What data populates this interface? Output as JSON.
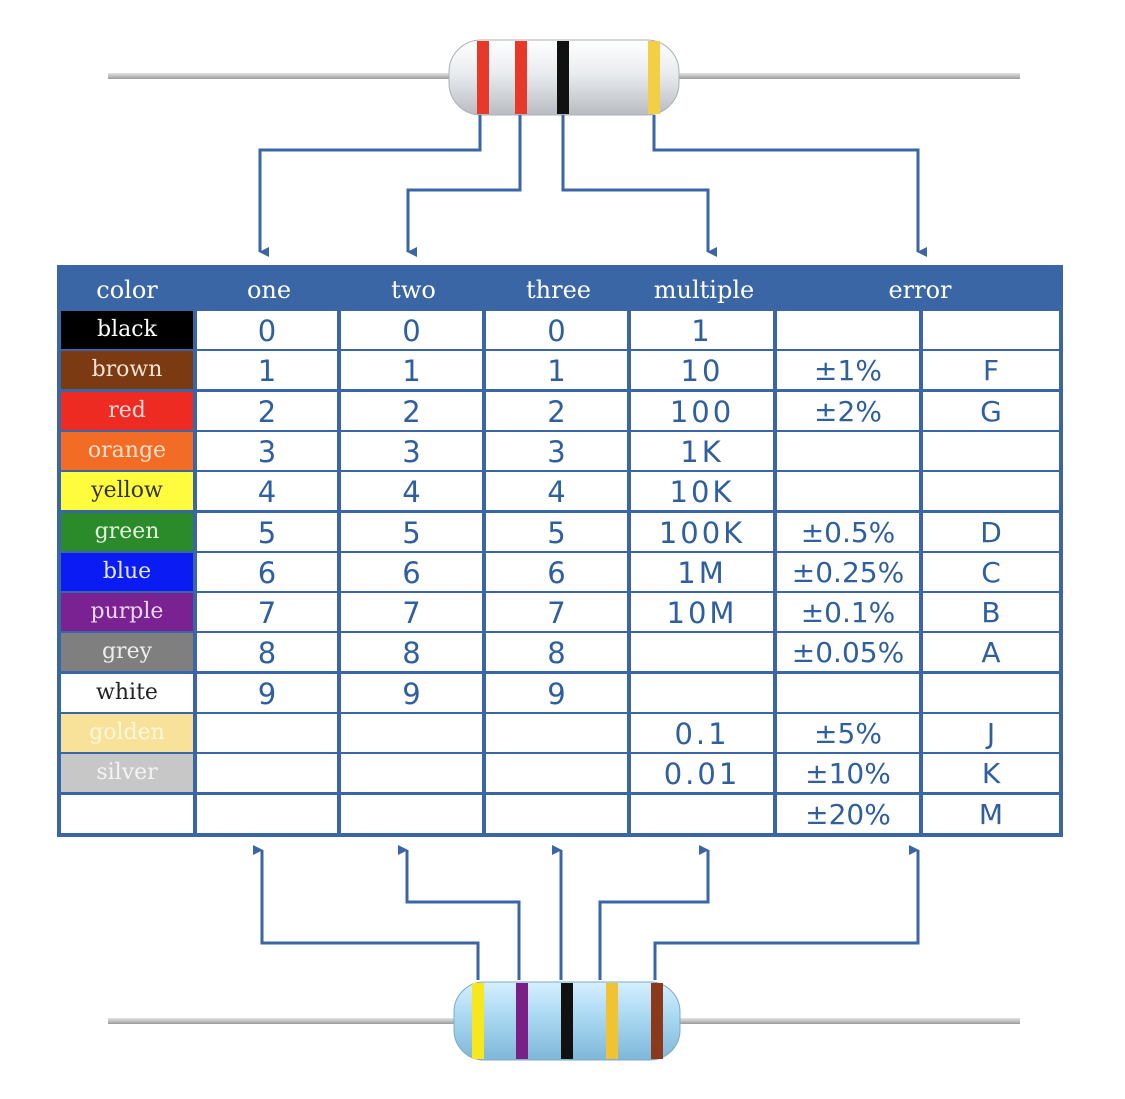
{
  "table": {
    "headers": {
      "color": "color",
      "one": "one",
      "two": "two",
      "three": "three",
      "multiple": "multiple",
      "error": "error"
    },
    "rows": [
      {
        "color": "black",
        "swatch": "#000000",
        "text_color": "#ffffff",
        "one": "0",
        "two": "0",
        "three": "0",
        "multiple": "1",
        "tolerance": "",
        "code": ""
      },
      {
        "color": "brown",
        "swatch": "#7b3a12",
        "text_color": "#f3e3d5",
        "one": "1",
        "two": "1",
        "three": "1",
        "multiple": "10",
        "tolerance": "±1%",
        "code": "F"
      },
      {
        "color": "red",
        "swatch": "#ee2b22",
        "text_color": "#ffd9d4",
        "one": "2",
        "two": "2",
        "three": "2",
        "multiple": "100",
        "tolerance": "±2%",
        "code": "G"
      },
      {
        "color": "orange",
        "swatch": "#f26c25",
        "text_color": "#ffe2cc",
        "one": "3",
        "two": "3",
        "three": "3",
        "multiple": "1K",
        "tolerance": "",
        "code": ""
      },
      {
        "color": "yellow",
        "swatch": "#fffb3d",
        "text_color": "#333333",
        "one": "4",
        "two": "4",
        "three": "4",
        "multiple": "10K",
        "tolerance": "",
        "code": ""
      },
      {
        "color": "green",
        "swatch": "#2b8a2a",
        "text_color": "#e2f2df",
        "one": "5",
        "two": "5",
        "three": "5",
        "multiple": "100K",
        "tolerance": "±0.5%",
        "code": "D"
      },
      {
        "color": "blue",
        "swatch": "#0a1bf3",
        "text_color": "#e4e8ff",
        "one": "6",
        "two": "6",
        "three": "6",
        "multiple": "1M",
        "tolerance": "±0.25%",
        "code": "C"
      },
      {
        "color": "purple",
        "swatch": "#7a2291",
        "text_color": "#ecd7f3",
        "one": "7",
        "two": "7",
        "three": "7",
        "multiple": "10M",
        "tolerance": "±0.1%",
        "code": "B"
      },
      {
        "color": "grey",
        "swatch": "#7f7f7f",
        "text_color": "#eeeeee",
        "one": "8",
        "two": "8",
        "three": "8",
        "multiple": "",
        "tolerance": "±0.05%",
        "code": "A"
      },
      {
        "color": "white",
        "swatch": "#ffffff",
        "text_color": "#222222",
        "one": "9",
        "two": "9",
        "three": "9",
        "multiple": "",
        "tolerance": "",
        "code": ""
      },
      {
        "color": "golden",
        "swatch": "#f8e29a",
        "text_color": "#fff7dc",
        "one": "",
        "two": "",
        "three": "",
        "multiple": "0.1",
        "tolerance": "±5%",
        "code": "J"
      },
      {
        "color": "silver",
        "swatch": "#c7c7c7",
        "text_color": "#f4f4f4",
        "one": "",
        "two": "",
        "three": "",
        "multiple": "0.01",
        "tolerance": "±10%",
        "code": "K"
      },
      {
        "color": "",
        "swatch": "#ffffff",
        "text_color": "#222222",
        "one": "",
        "two": "",
        "three": "",
        "multiple": "",
        "tolerance": "±20%",
        "code": "M"
      }
    ]
  },
  "resistors": {
    "top": {
      "body_color": "#e9ecef",
      "bands": [
        "#e8382a",
        "#e8382a",
        "#111111",
        "#f3cf45"
      ]
    },
    "bottom": {
      "body_color": "#a9d8f2",
      "bands": [
        "#f7e81e",
        "#7a1f86",
        "#111111",
        "#f1c232",
        "#8a3a1a"
      ]
    }
  },
  "colors": {
    "frame": "#3a66a5",
    "text": "#2f5f9f",
    "arrow": "#3a66a5"
  }
}
